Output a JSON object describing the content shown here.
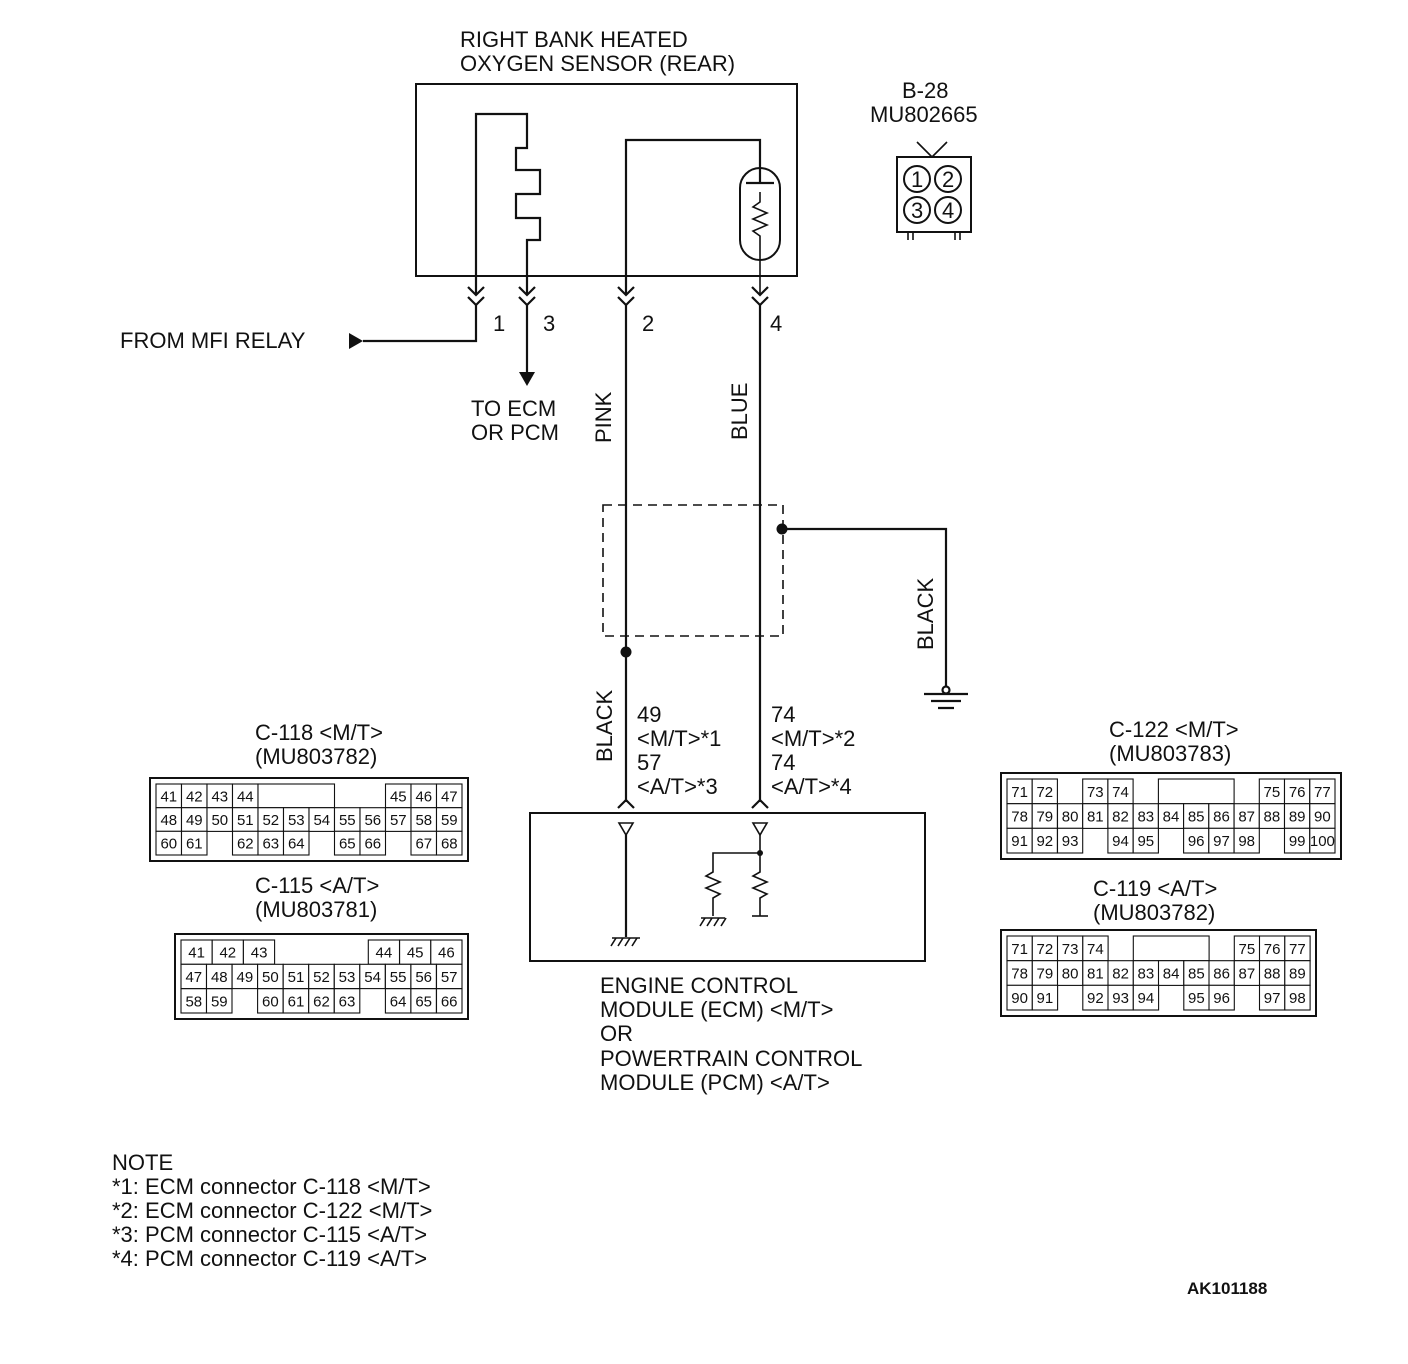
{
  "sensor": {
    "title_line1": "RIGHT BANK HEATED",
    "title_line2": "OXYGEN SENSOR (REAR)"
  },
  "connector_b28": {
    "code": "B-28",
    "part": "MU802665",
    "pins": [
      "1",
      "2",
      "3",
      "4"
    ]
  },
  "pins": {
    "p1": "1",
    "p2": "2",
    "p3": "3",
    "p4": "4"
  },
  "labels": {
    "from_mfi": "FROM MFI RELAY",
    "to_ecm_1": "TO ECM",
    "to_ecm_2": "OR PCM"
  },
  "wires": {
    "pink": "PINK",
    "blue": "BLUE",
    "black_ground": "BLACK",
    "black_left": "BLACK"
  },
  "terminals": {
    "left": [
      "49",
      "<M/T>*1",
      "57",
      "<A/T>*3"
    ],
    "right": [
      "74",
      "<M/T>*2",
      "74",
      "<A/T>*4"
    ]
  },
  "ecm": {
    "line1": "ENGINE CONTROL",
    "line2": "MODULE (ECM) <M/T>",
    "line3": "OR",
    "line4": "POWERTRAIN CONTROL",
    "line5": "MODULE (PCM) <A/T>"
  },
  "connectors": {
    "c118": {
      "title": "C-118 <M/T>",
      "part": "(MU803782)",
      "rows": [
        [
          "41",
          "42",
          "43",
          "44",
          "",
          "",
          "",
          "45",
          "46",
          "47"
        ],
        [
          "48",
          "49",
          "50",
          "51",
          "52",
          "53",
          "54",
          "55",
          "56",
          "57",
          "58",
          "59"
        ],
        [
          "60",
          "61",
          "",
          "62",
          "63",
          "64",
          "",
          "65",
          "66",
          "",
          "67",
          "68"
        ]
      ]
    },
    "c115": {
      "title": "C-115 <A/T>",
      "part": "(MU803781)",
      "rows": [
        [
          "41",
          "42",
          "43",
          "",
          "",
          "",
          "44",
          "45",
          "46"
        ],
        [
          "47",
          "48",
          "49",
          "50",
          "51",
          "52",
          "53",
          "54",
          "55",
          "56",
          "57"
        ],
        [
          "58",
          "59",
          "",
          "60",
          "61",
          "62",
          "63",
          "",
          "64",
          "65",
          "66"
        ]
      ]
    },
    "c122": {
      "title": "C-122 <M/T>",
      "part": "(MU803783)",
      "rows": [
        [
          "71",
          "72",
          "",
          "73",
          "74",
          "",
          "",
          "",
          "75",
          "76",
          "77"
        ],
        [
          "78",
          "79",
          "80",
          "81",
          "82",
          "83",
          "84",
          "85",
          "86",
          "87",
          "88",
          "89",
          "90"
        ],
        [
          "91",
          "92",
          "93",
          "",
          "94",
          "95",
          "",
          "96",
          "97",
          "98",
          "",
          "99",
          "100"
        ]
      ]
    },
    "c119": {
      "title": "C-119 <A/T>",
      "part": "(MU803782)",
      "rows": [
        [
          "71",
          "72",
          "73",
          "74",
          "",
          "",
          "",
          "75",
          "76",
          "77"
        ],
        [
          "78",
          "79",
          "80",
          "81",
          "82",
          "83",
          "84",
          "85",
          "86",
          "87",
          "88",
          "89"
        ],
        [
          "90",
          "91",
          "",
          "92",
          "93",
          "94",
          "",
          "95",
          "96",
          "",
          "97",
          "98"
        ]
      ]
    }
  },
  "note": {
    "title": "NOTE",
    "lines": [
      "*1: ECM connector C-118 <M/T>",
      "*2: ECM connector C-122 <M/T>",
      "*3: PCM connector C-115 <A/T>",
      "*4: PCM connector C-119 <A/T>"
    ]
  },
  "figure_code": "AK101188"
}
